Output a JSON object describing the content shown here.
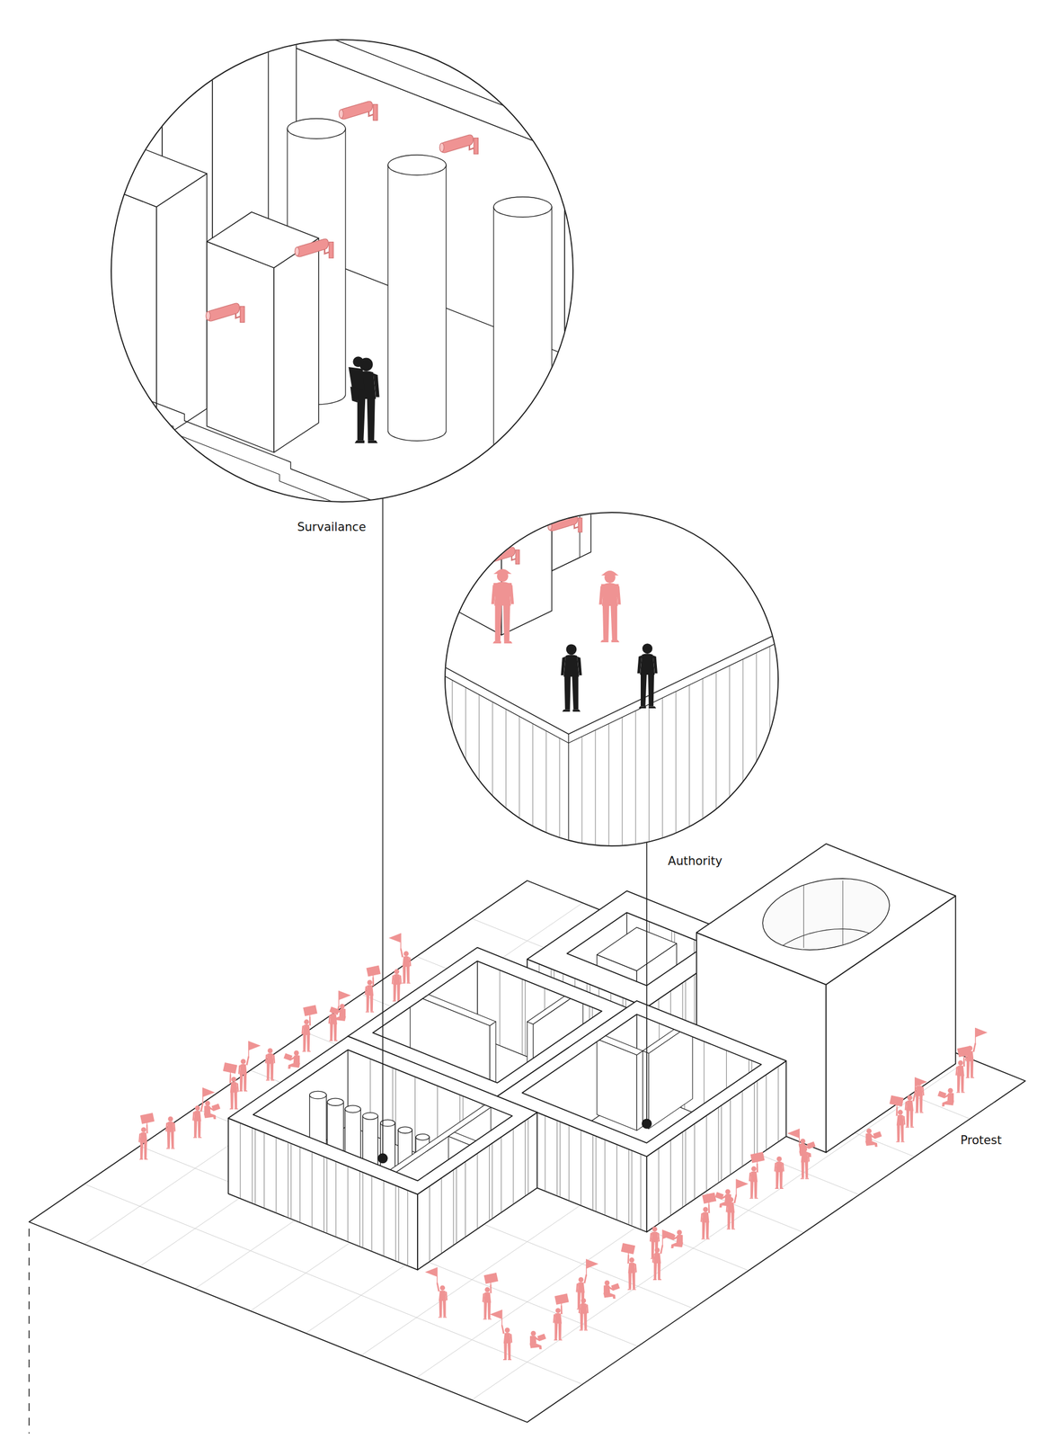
{
  "diagram": {
    "labels": [
      "Survailance",
      "Authority",
      "Protest"
    ]
  }
}
